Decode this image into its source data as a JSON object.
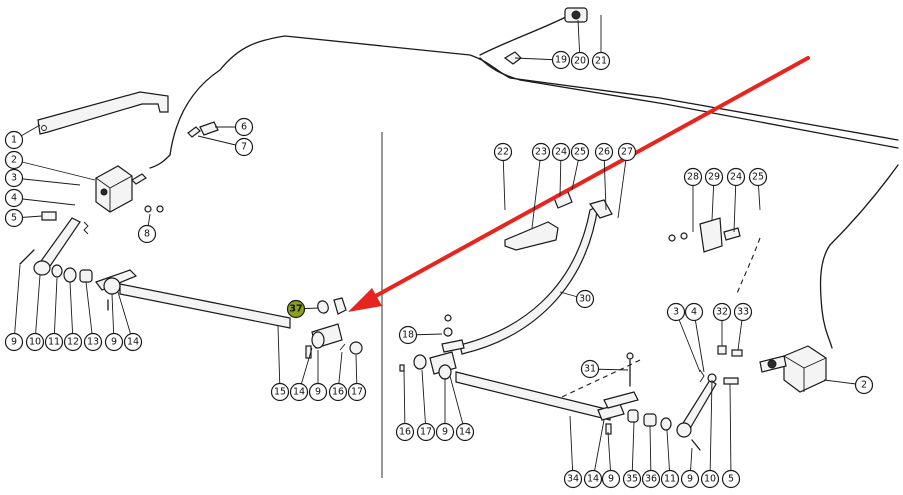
{
  "diagram": {
    "callouts": [
      "1",
      "2",
      "3",
      "4",
      "5",
      "6",
      "7",
      "8",
      "9",
      "10",
      "11",
      "12",
      "13",
      "9",
      "14",
      "15",
      "14",
      "9",
      "16",
      "17",
      "37",
      "19",
      "20",
      "21",
      "22",
      "23",
      "24",
      "25",
      "26",
      "27",
      "28",
      "29",
      "24",
      "25",
      "30",
      "18",
      "31",
      "16",
      "17",
      "9",
      "14",
      "3",
      "4",
      "32",
      "33",
      "2",
      "34",
      "14",
      "9",
      "35",
      "36",
      "11",
      "9",
      "10",
      "5"
    ],
    "highlighted_part": "37",
    "colors": {
      "arrow": "#e8241f",
      "highlight": "#8ea01a",
      "line": "#1a1a1a"
    }
  }
}
